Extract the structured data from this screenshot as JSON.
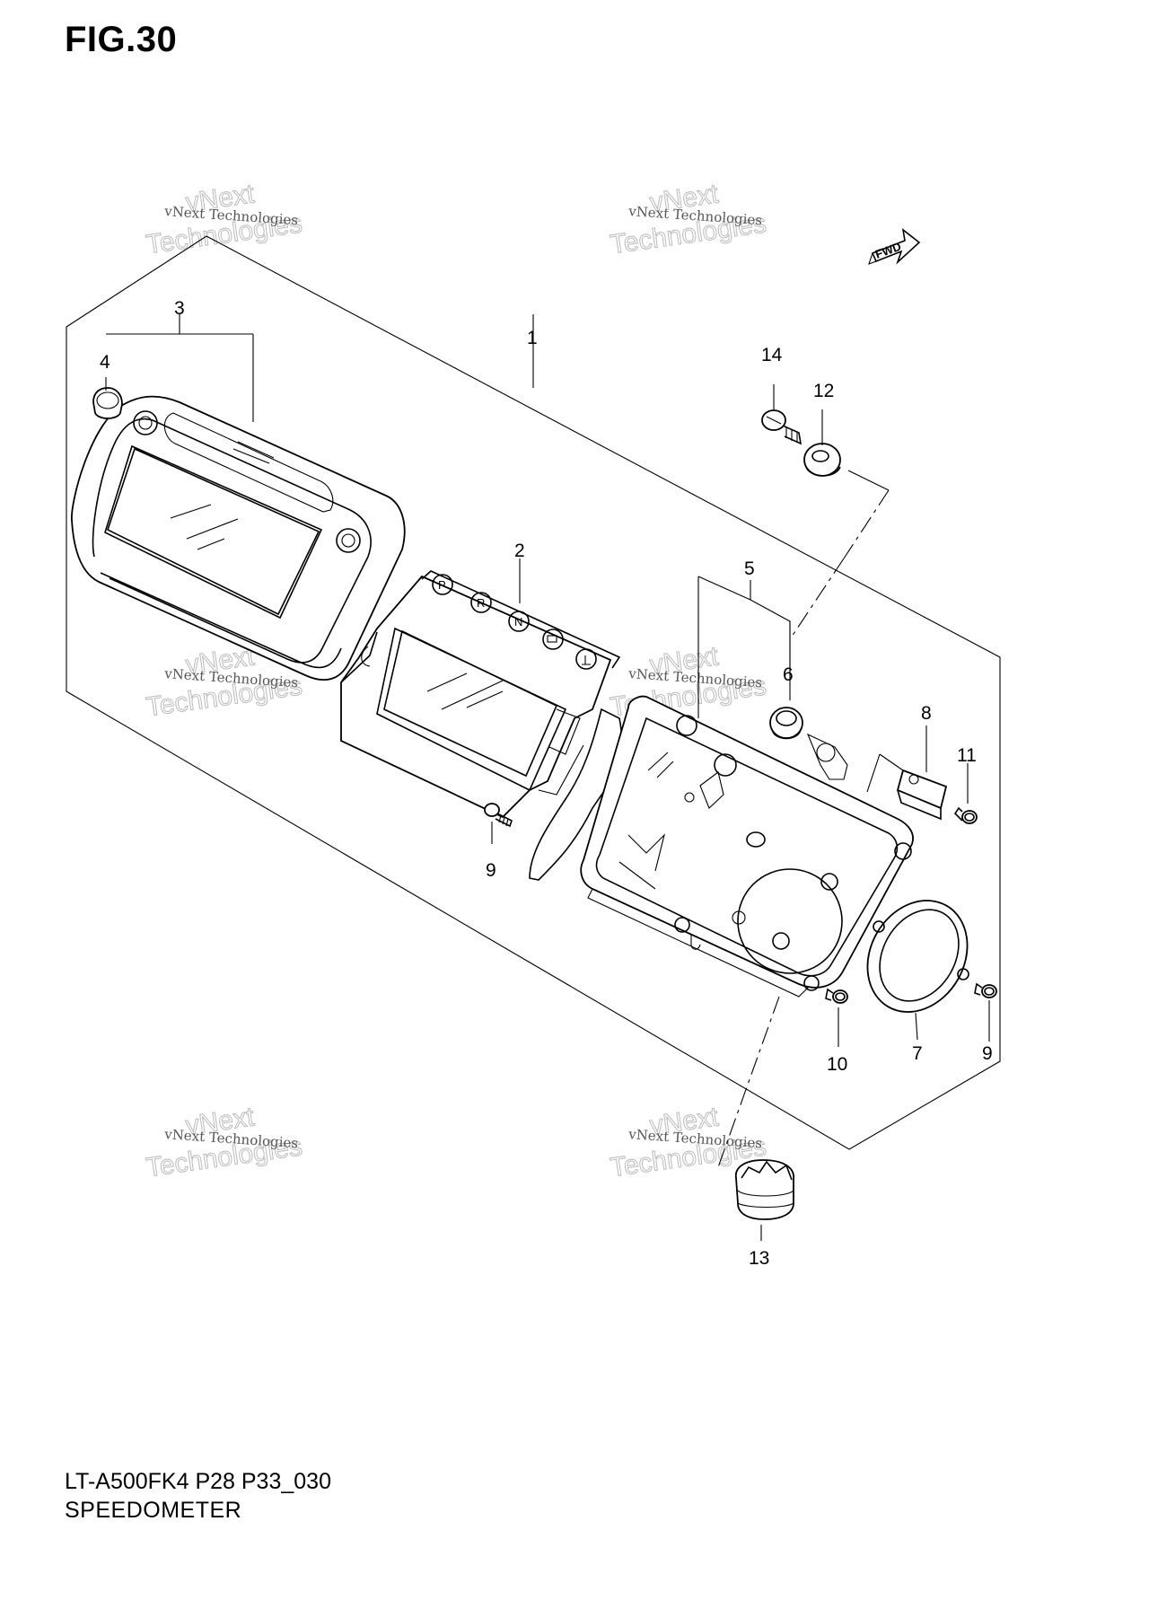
{
  "figure": {
    "title": "FIG.30"
  },
  "footer": {
    "model_code": "LT-A500FK4 P28 P33_030",
    "section_name": "SPEEDOMETER"
  },
  "fwd_label": "FWD",
  "gear_letters": [
    "P",
    "R",
    "N"
  ],
  "watermark": {
    "small": "vNext Technologies",
    "large_a": "vNext",
    "large_b": "Technologies"
  },
  "callouts": [
    {
      "id": "c1",
      "label": "1"
    },
    {
      "id": "c2",
      "label": "2"
    },
    {
      "id": "c3",
      "label": "3"
    },
    {
      "id": "c4",
      "label": "4"
    },
    {
      "id": "c5",
      "label": "5"
    },
    {
      "id": "c6",
      "label": "6"
    },
    {
      "id": "c7",
      "label": "7"
    },
    {
      "id": "c8",
      "label": "8"
    },
    {
      "id": "c9a",
      "label": "9"
    },
    {
      "id": "c9b",
      "label": "9"
    },
    {
      "id": "c10",
      "label": "10"
    },
    {
      "id": "c11",
      "label": "11"
    },
    {
      "id": "c12",
      "label": "12"
    },
    {
      "id": "c13",
      "label": "13"
    },
    {
      "id": "c14",
      "label": "14"
    }
  ]
}
